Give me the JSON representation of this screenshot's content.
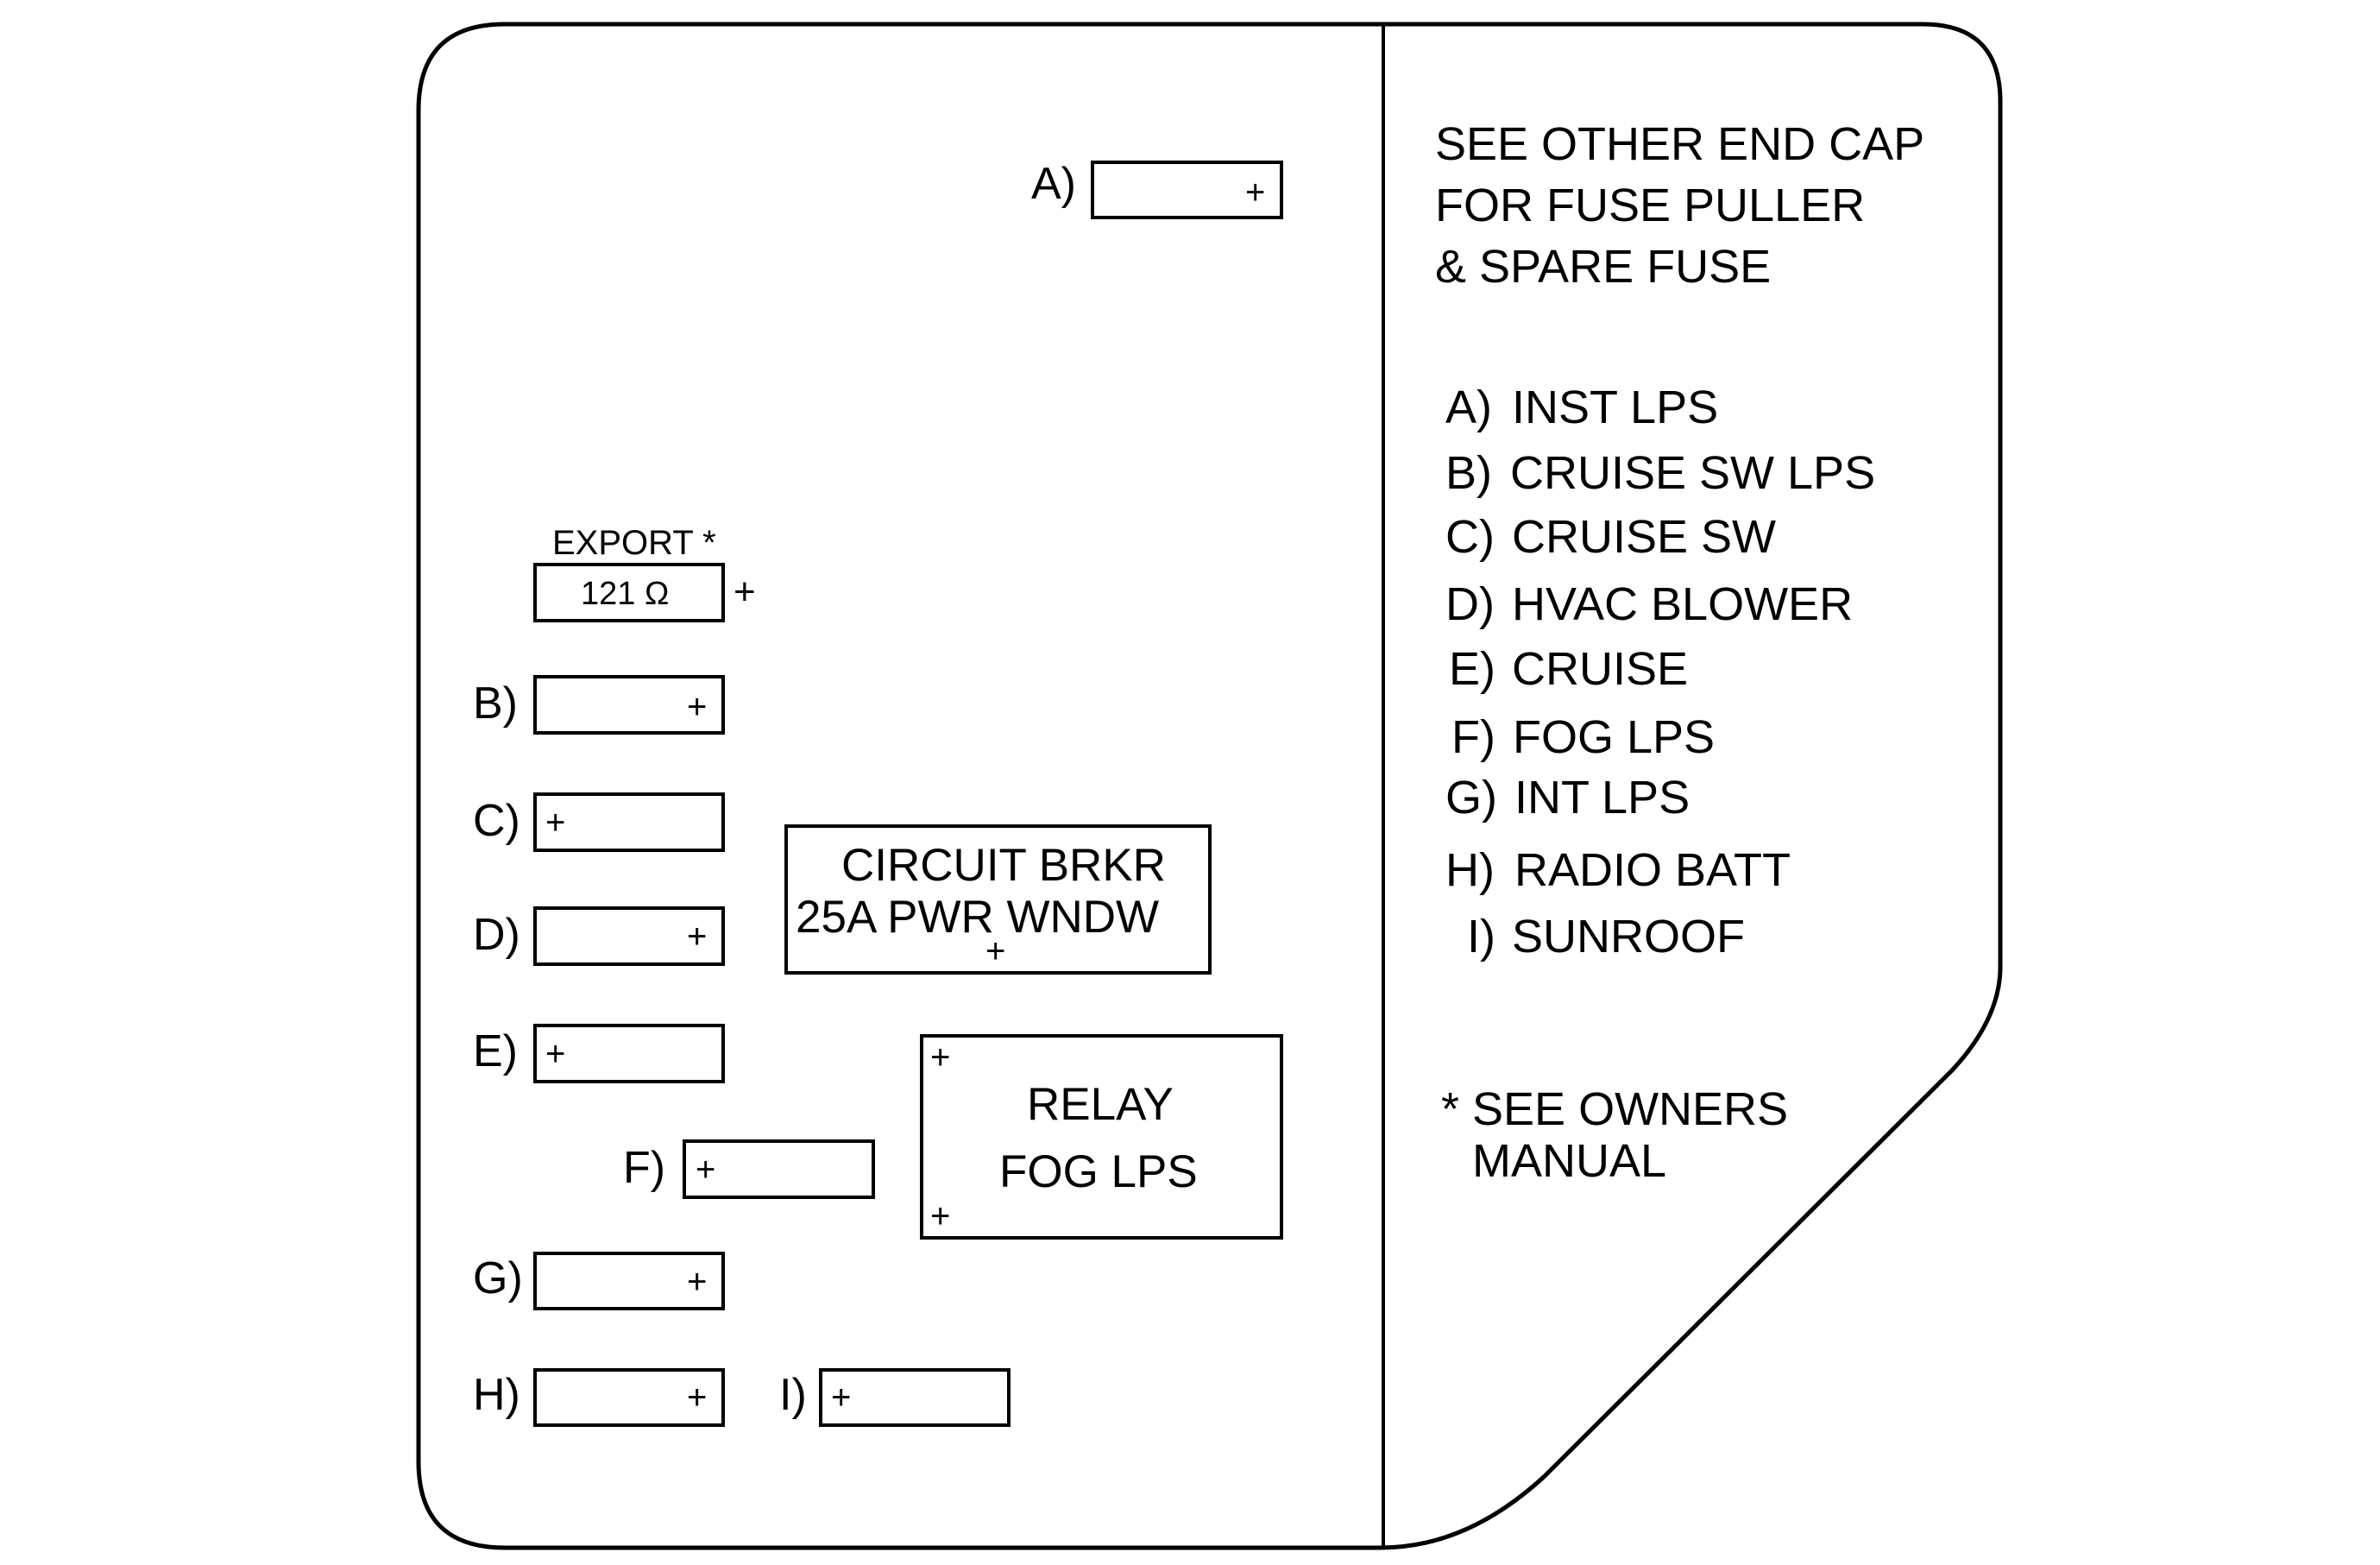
{
  "diagram": {
    "fuses": [
      {
        "id": "A",
        "label": "A)",
        "plus_side": "right"
      },
      {
        "id": "B",
        "label": "B)",
        "plus_side": "right"
      },
      {
        "id": "C",
        "label": "C)",
        "plus_side": "left"
      },
      {
        "id": "D",
        "label": "D)",
        "plus_side": "right"
      },
      {
        "id": "E",
        "label": "E)",
        "plus_side": "left"
      },
      {
        "id": "F",
        "label": "F)",
        "plus_side": "left"
      },
      {
        "id": "G",
        "label": "G)",
        "plus_side": "right"
      },
      {
        "id": "H",
        "label": "H)",
        "plus_side": "right"
      },
      {
        "id": "I",
        "label": "I)",
        "plus_side": "left"
      }
    ],
    "export": {
      "title": "EXPORT *",
      "value": "121 Ω",
      "plus": "+"
    },
    "circuit_breaker": {
      "line1": "CIRCUIT BRKR",
      "line2": "25A PWR WNDW",
      "plus": "+"
    },
    "relay": {
      "line1": "RELAY",
      "line2": "FOG LPS",
      "plus": "+"
    },
    "plus_symbol": "+",
    "note_top": [
      "SEE OTHER END CAP",
      "FOR FUSE PULLER",
      "& SPARE FUSE"
    ],
    "legend": [
      {
        "key": "A)",
        "text": "INST LPS"
      },
      {
        "key": "B)",
        "text": "CRUISE SW LPS"
      },
      {
        "key": "C)",
        "text": "CRUISE SW"
      },
      {
        "key": "D)",
        "text": "HVAC BLOWER"
      },
      {
        "key": "E)",
        "text": "CRUISE"
      },
      {
        "key": "F)",
        "text": "FOG LPS"
      },
      {
        "key": "G)",
        "text": "INT LPS"
      },
      {
        "key": "H)",
        "text": "RADIO BATT"
      },
      {
        "key": "I)",
        "text": "SUNROOF"
      }
    ],
    "note_bottom": [
      "* SEE OWNERS",
      "MANUAL"
    ]
  }
}
